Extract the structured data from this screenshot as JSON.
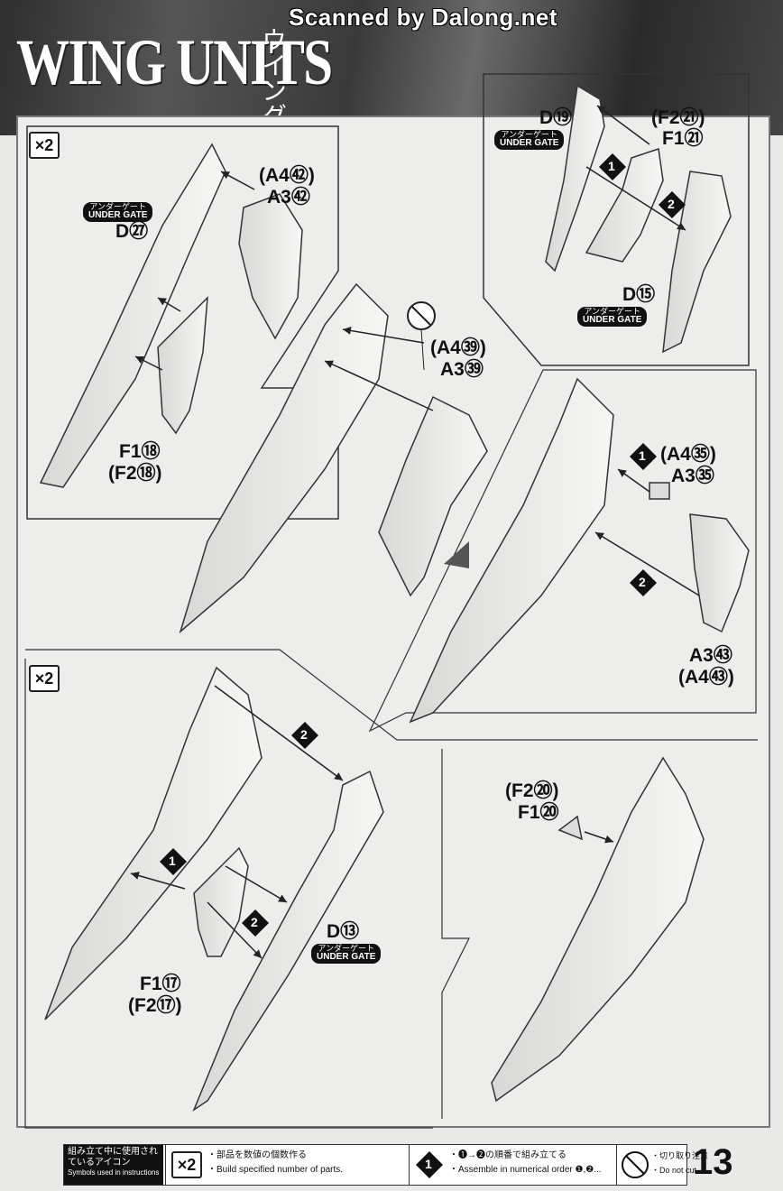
{
  "watermark": "Scanned by Dalong.net",
  "title": {
    "en": "WING UNITS",
    "jp": "ウイング"
  },
  "multiplier": "×2",
  "under_gate": {
    "jp": "アンダーゲート",
    "en": "UNDER GATE"
  },
  "panel_top_left": {
    "gate_part": "D㉗",
    "parts_a": "(A4㊷)",
    "parts_b": "A3㊷",
    "parts_f": "F1⑱",
    "parts_f2": "(F2⑱)"
  },
  "panel_top_right": {
    "gate_part_top": "D⑲",
    "parts_f2": "(F2㉑)",
    "parts_f1": "F1㉑",
    "gate_part_bottom": "D⑮"
  },
  "panel_center": {
    "parts_a4": "(A4㊴)",
    "parts_a3": "A3㊴"
  },
  "panel_right_mid": {
    "parts_a4": "(A4㉟)",
    "parts_a3": "A3㉟",
    "parts_a3b": "A3㊸",
    "parts_a4b": "(A4㊸)"
  },
  "panel_bottom_left": {
    "gate_part": "D⑬",
    "parts_f1": "F1⑰",
    "parts_f2": "(F2⑰)"
  },
  "panel_bottom_right": {
    "parts_f2": "(F2⑳)",
    "parts_f1": "F1⑳"
  },
  "steps": {
    "one": "1",
    "two": "2"
  },
  "footer": {
    "head_jp": "組み立て中に使用されているアイコン",
    "head_en": "Symbols used in instructions",
    "x2_jp": "・部品を数値の個数作る",
    "x2_en": "・Build specified number of parts.",
    "step_jp": "・❶→❷の順番で組み立てる",
    "step_en": "・Assemble in numerical order ❶,❷...",
    "cut_jp": "・切り取り注意",
    "cut_en": "・Do not cut."
  },
  "page_number": "13"
}
